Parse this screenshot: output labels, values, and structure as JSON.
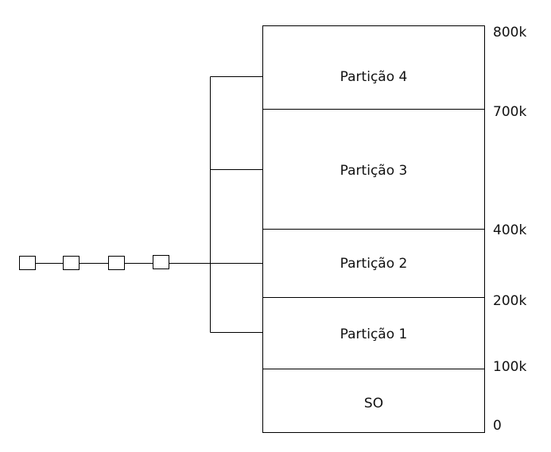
{
  "partitions": [
    {
      "label": "SO"
    },
    {
      "label": "Partição 1"
    },
    {
      "label": "Partição 2"
    },
    {
      "label": "Partição 3"
    },
    {
      "label": "Partição 4"
    }
  ],
  "addresses": [
    "0",
    "100k",
    "200k",
    "400k",
    "700k",
    "800k"
  ],
  "queue": {
    "job_count": 4
  }
}
